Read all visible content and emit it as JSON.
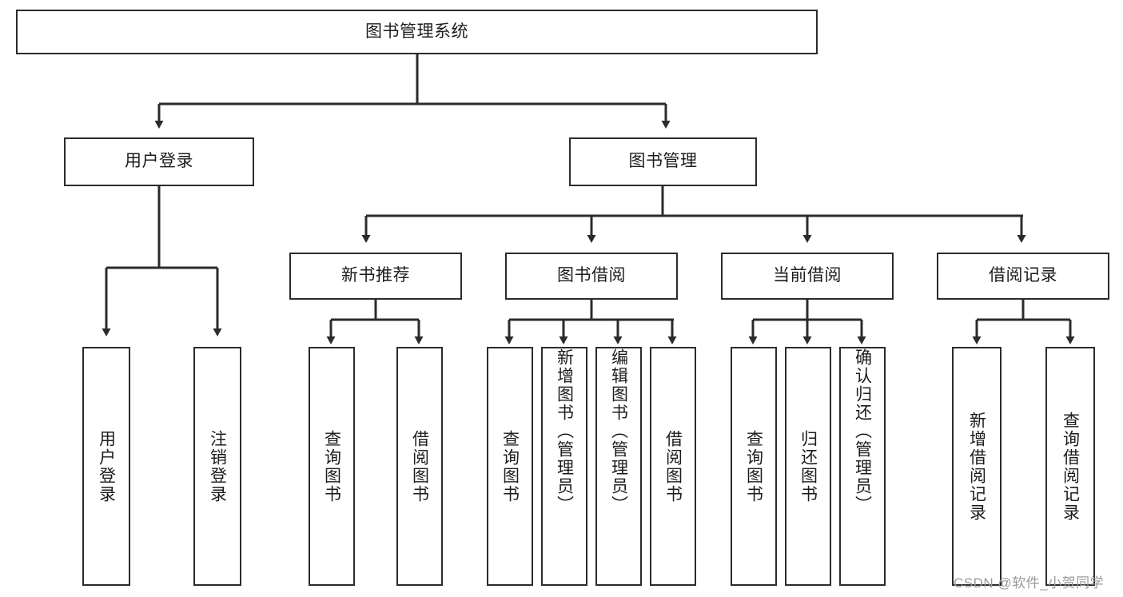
{
  "diagram": {
    "title_node": {
      "label": "图书管理系统"
    },
    "level2": [
      {
        "label": "用户登录"
      },
      {
        "label": "图书管理"
      }
    ],
    "level3": [
      {
        "label": "新书推荐"
      },
      {
        "label": "图书借阅"
      },
      {
        "label": "当前借阅"
      },
      {
        "label": "借阅记录"
      }
    ],
    "leaves_user_login": [
      {
        "label": "用户登录"
      },
      {
        "label": "注销登录"
      }
    ],
    "leaves_new_books": [
      {
        "label": "查询图书"
      },
      {
        "label": "借阅图书"
      }
    ],
    "leaves_borrow": [
      {
        "label": "查询图书"
      },
      {
        "label": "新增图书（管理员）"
      },
      {
        "label": "编辑图书（管理员）"
      },
      {
        "label": "借阅图书"
      }
    ],
    "leaves_current": [
      {
        "label": "查询图书"
      },
      {
        "label": "归还图书"
      },
      {
        "label": "确认归还（管理员）"
      }
    ],
    "leaves_records": [
      {
        "label": "新增借阅记录"
      },
      {
        "label": "查询借阅记录"
      }
    ]
  },
  "watermark": {
    "text": "CSDN @软件_小贺同学"
  },
  "colors": {
    "stroke": "#2b2b2b",
    "box_fill": "#ffffff",
    "text": "#1c1c1c",
    "watermark": "#9a9a9a",
    "background": "#ffffff"
  }
}
